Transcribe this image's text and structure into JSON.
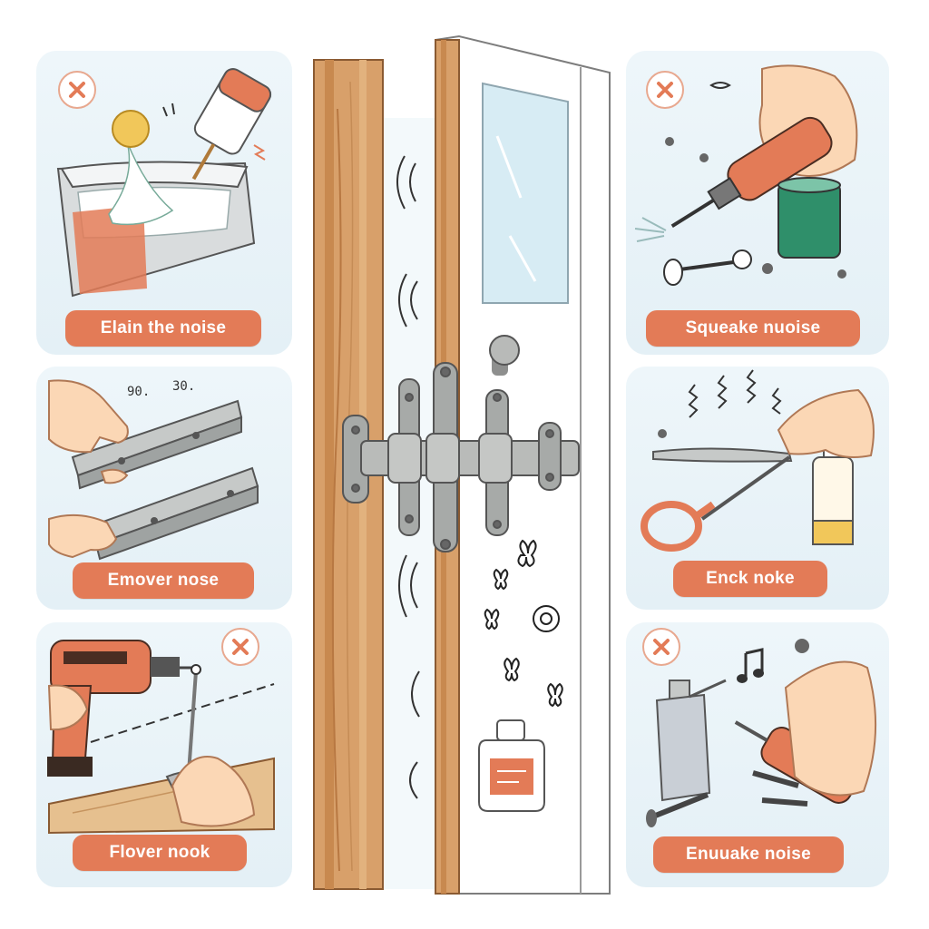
{
  "panels": {
    "top_left": {
      "label": "Elain the noise",
      "has_x_badge": true,
      "icon": "x-mark-icon"
    },
    "mid_left": {
      "label": "Emover nose",
      "has_x_badge": false,
      "annotations": [
        "90.",
        "30."
      ]
    },
    "bottom_left": {
      "label": "Flover nook",
      "has_x_badge": true,
      "icon": "x-mark-icon"
    },
    "top_right": {
      "label": "Squeake nuoise",
      "has_x_badge": true,
      "icon": "x-mark-icon"
    },
    "mid_right": {
      "label": "Enck noke",
      "has_x_badge": false
    },
    "bottom_right": {
      "label": "Enuuake noise",
      "has_x_badge": true,
      "icon": "x-mark-icon"
    }
  },
  "colors": {
    "accent": "#e37b57",
    "panel_bg": "#e9f3f8",
    "wood": "#d8a06a",
    "wood_dark": "#b87842",
    "metal": "#a7aaa8",
    "door": "#ffffff",
    "glass": "#d7ecf4"
  }
}
